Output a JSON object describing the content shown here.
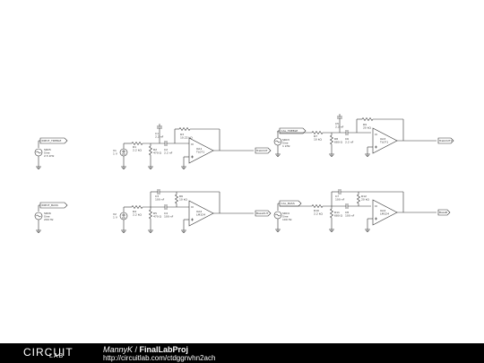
{
  "footer": {
    "logo_main": "CIRCUIT",
    "logo_sub": "LAB",
    "author": "MannyK",
    "separator": " / ",
    "project": "FinalLabProj",
    "url": "http://circuitlab.com/ctdggnvhn2ach"
  },
  "schematic": {
    "sources": {
      "src1": {
        "tag": "INPUT_TREBLE",
        "name": "V1",
        "value": "1 V"
      },
      "src2": {
        "tag": "INPUT_BASS",
        "name": "V2",
        "value": "1 V"
      },
      "src3": {
        "tag": "CAL_TREBLE",
        "name": "SRC3",
        "line1": "Sine",
        "line2": "1 kHz"
      },
      "src4": {
        "tag": "CAL_BASS",
        "name": "SRC4",
        "line1": "Sine",
        "line2": "100 Hz"
      },
      "src5": {
        "name": "SRC5",
        "line1": "Sine",
        "line2": "2.5 kHz"
      },
      "src6": {
        "name": "SRC6",
        "line1": "Sine",
        "line2": "200 Hz"
      }
    },
    "stage1": {
      "r_in": "R1",
      "r_in_val": "2.2 kΩ",
      "r_g": "R2",
      "r_g_val": "470 Ω",
      "c1": "C1",
      "c1_val": "2.2 nF",
      "c2": "C2",
      "c2_val": "2.2 nF",
      "r_f": "R3",
      "r_f_val": "10.22 kΩ",
      "op": "OA1",
      "op_val": "TL071",
      "out": "TrebOUT"
    },
    "stage2": {
      "r_in": "R4",
      "r_in_val": "2.2 kΩ",
      "r_g": "R5",
      "r_g_val": "470 Ω",
      "c1": "C3",
      "c1_val": "100 nF",
      "c2": "C4",
      "c2_val": "100 nF",
      "r_f": "R6",
      "r_f_val": "10 kΩ",
      "op": "OA2",
      "op_val": "LM324",
      "out": "BassOUT"
    },
    "stage3": {
      "r_in": "R7",
      "r_in_val": "10 kΩ",
      "r_g": "R8",
      "r_g_val": "680 Ω",
      "c1": "C5",
      "c1_val": "2.2 nF",
      "c2": "C6",
      "c2_val": "2.2 nF",
      "r_f": "R9",
      "r_f_val": "20 kΩ",
      "op": "OA3",
      "op_val": "TL071",
      "out": "TrebOUT2"
    },
    "stage4": {
      "r_in": "R10",
      "r_in_val": "2.2 kΩ",
      "r_g": "R11",
      "r_g_val": "680 Ω",
      "c1": "C7",
      "c1_val": "100 nF",
      "c2": "C8",
      "c2_val": "100 nF",
      "r_f": "R12",
      "r_f_val": "20 kΩ",
      "op": "OA4",
      "op_val": "LM324",
      "out": "BassB"
    }
  }
}
